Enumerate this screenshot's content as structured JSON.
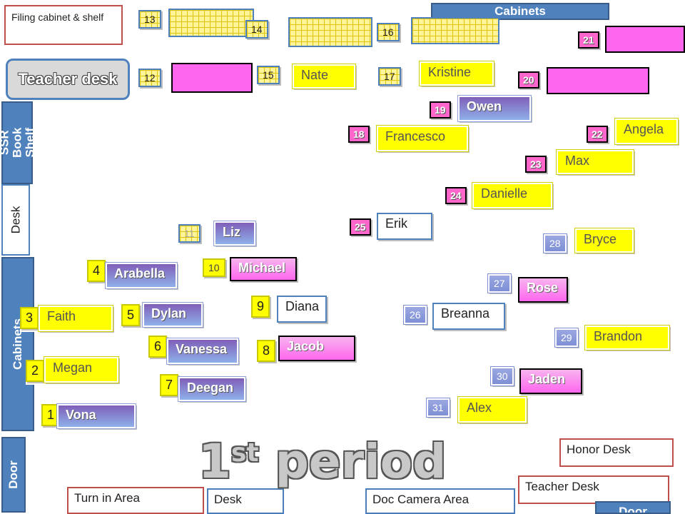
{
  "labels": {
    "filing_cabinet": "Filing cabinet & shelf",
    "cabinets_top": "Cabinets",
    "teacher_desk": "Teacher desk",
    "ssr_book_shelf": "SSR Book Shelf",
    "desk_left": "Desk",
    "cabinets_left": "Cabinets",
    "door_left": "Door",
    "turn_in_area": "Turn in Area",
    "desk_bottom": "Desk",
    "doc_camera_area": "Doc Camera Area",
    "honor_desk": "Honor Desk",
    "teacher_desk_bottom": "Teacher Desk",
    "door_bottom": "Door",
    "period_number": "1",
    "period_suffix": "st",
    "period_word": "period"
  },
  "seats": [
    {
      "num": "1",
      "name": "Vona"
    },
    {
      "num": "2",
      "name": "Megan"
    },
    {
      "num": "3",
      "name": "Faith"
    },
    {
      "num": "4",
      "name": "Arabella"
    },
    {
      "num": "5",
      "name": "Dylan"
    },
    {
      "num": "6",
      "name": "Vanessa"
    },
    {
      "num": "7",
      "name": "Deegan"
    },
    {
      "num": "8",
      "name": "Jacob"
    },
    {
      "num": "9",
      "name": "Diana"
    },
    {
      "num": "10",
      "name": "Michael"
    },
    {
      "num": "11",
      "name": "Liz"
    },
    {
      "num": "12",
      "name": ""
    },
    {
      "num": "13",
      "name": ""
    },
    {
      "num": "14",
      "name": ""
    },
    {
      "num": "15",
      "name": "Nate"
    },
    {
      "num": "16",
      "name": ""
    },
    {
      "num": "17",
      "name": "Kristine"
    },
    {
      "num": "18",
      "name": "Francesco"
    },
    {
      "num": "19",
      "name": "Owen"
    },
    {
      "num": "20",
      "name": ""
    },
    {
      "num": "21",
      "name": ""
    },
    {
      "num": "22",
      "name": "Angela"
    },
    {
      "num": "23",
      "name": "Max"
    },
    {
      "num": "24",
      "name": "Danielle"
    },
    {
      "num": "25",
      "name": "Erik"
    },
    {
      "num": "26",
      "name": "Breanna"
    },
    {
      "num": "27",
      "name": "Rose"
    },
    {
      "num": "28",
      "name": "Bryce"
    },
    {
      "num": "29",
      "name": "Brandon"
    },
    {
      "num": "30",
      "name": "Jaden"
    },
    {
      "num": "31",
      "name": "Alex"
    }
  ],
  "colors": {
    "yellow_desk": "#ffff00",
    "pink_desk": "#ff66ee",
    "purple_desk": "#7f5fb8",
    "furniture_blue": "#4f81bd",
    "label_red_border": "#c0504d"
  }
}
